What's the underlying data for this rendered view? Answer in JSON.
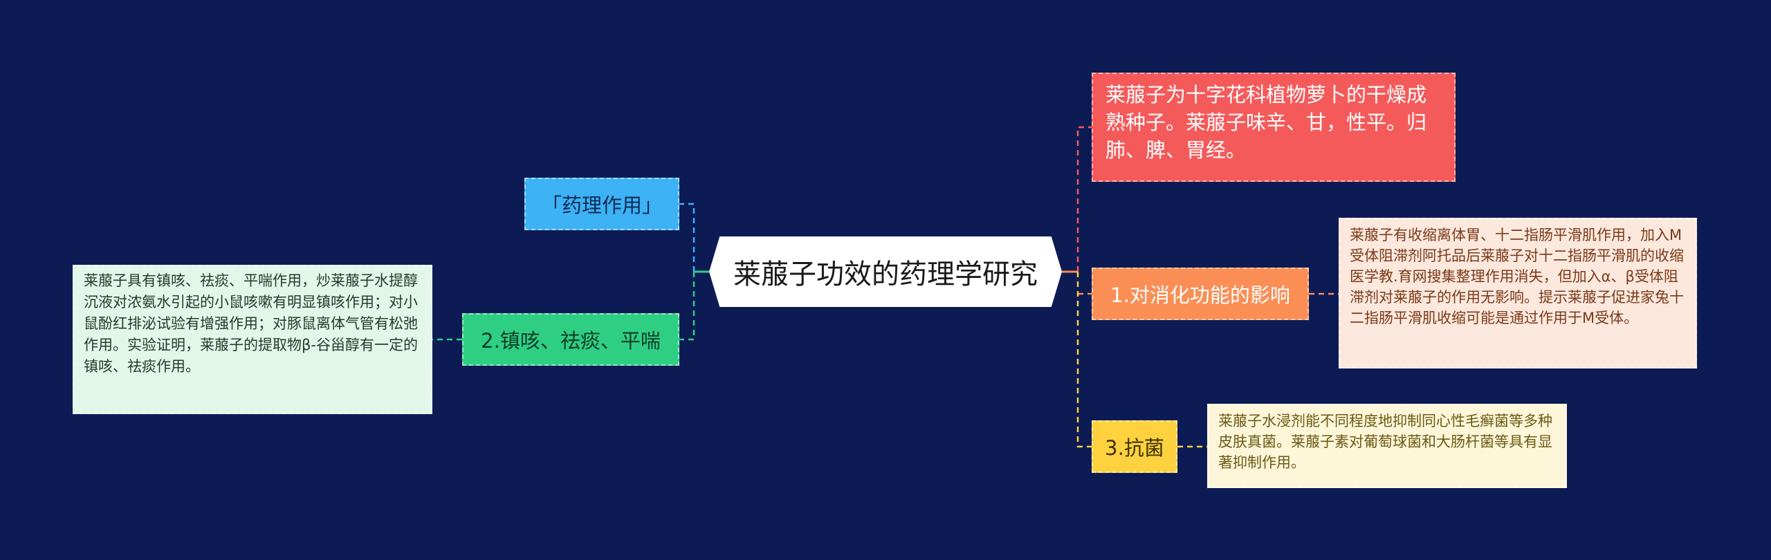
{
  "root": {
    "label": "莱菔子功效的药理学研究"
  },
  "branches": {
    "pharmacology": {
      "label": "「药理作用」"
    },
    "cough": {
      "label": "2.镇咳、祛痰、平喘",
      "detail": "莱菔子具有镇咳、祛痰、平喘作用，炒莱菔子水提醇沉液对浓氨水引起的小鼠咳嗽有明显镇咳作用；对小鼠酚红排泌试验有增强作用；对豚鼠离体气管有松弛作用。实验证明，莱菔子的提取物β-谷甾醇有一定的镇咳、祛痰作用。"
    },
    "intro": {
      "label": "莱菔子为十字花科植物萝卜的干燥成熟种子。莱菔子味辛、甘，性平。归肺、脾、胃经。"
    },
    "digestion": {
      "label": "1.对消化功能的影响",
      "detail": "莱菔子有收缩离体胃、十二指肠平滑肌作用，加入M受体阻滞剂阿托品后莱菔子对十二指肠平滑肌的收缩医学教.育网搜集整理作用消失，但加入α、β受体阻滞剂对莱菔子的作用无影响。提示莱菔子促进家兔十二指肠平滑肌收缩可能是通过作用于M受体。"
    },
    "antibacterial": {
      "label": "3.抗菌",
      "detail": "莱菔子水浸剂能不同程度地抑制同心性毛癣菌等多种皮肤真菌。莱菔子素对葡萄球菌和大肠杆菌等具有显著抑制作用。"
    }
  },
  "colors": {
    "background": "#0d1b55",
    "root": "#ffffff",
    "pharmacology": "#3db2f5",
    "cough": "#2fcf83",
    "intro": "#f55a5a",
    "digestion": "#fa8e55",
    "antibacterial": "#fdd23e"
  }
}
